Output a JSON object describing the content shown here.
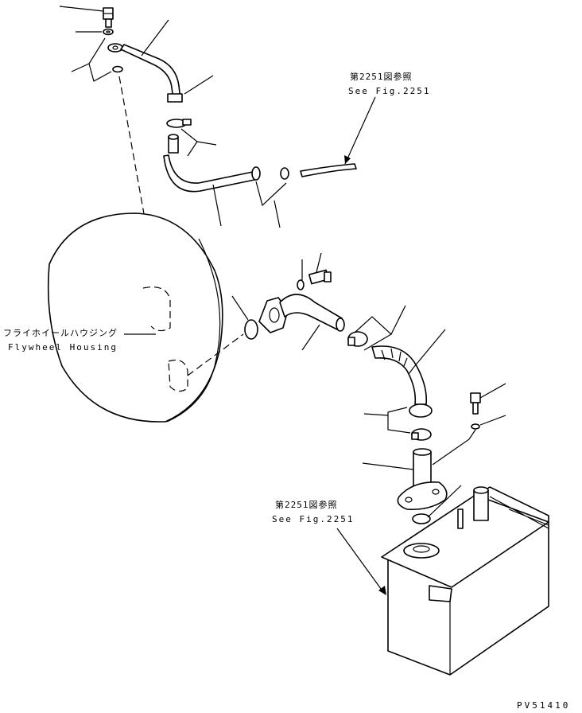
{
  "callouts": {
    "upper_ref_jp": "第2251図参照",
    "upper_ref_en": "See Fig.2251",
    "lower_ref_jp": "第2251図参照",
    "lower_ref_en": "See Fig.2251",
    "flywheel_jp": "フライホイールハウジング",
    "flywheel_en": "Flywheel Housing"
  },
  "drawing_number": "PV51410"
}
